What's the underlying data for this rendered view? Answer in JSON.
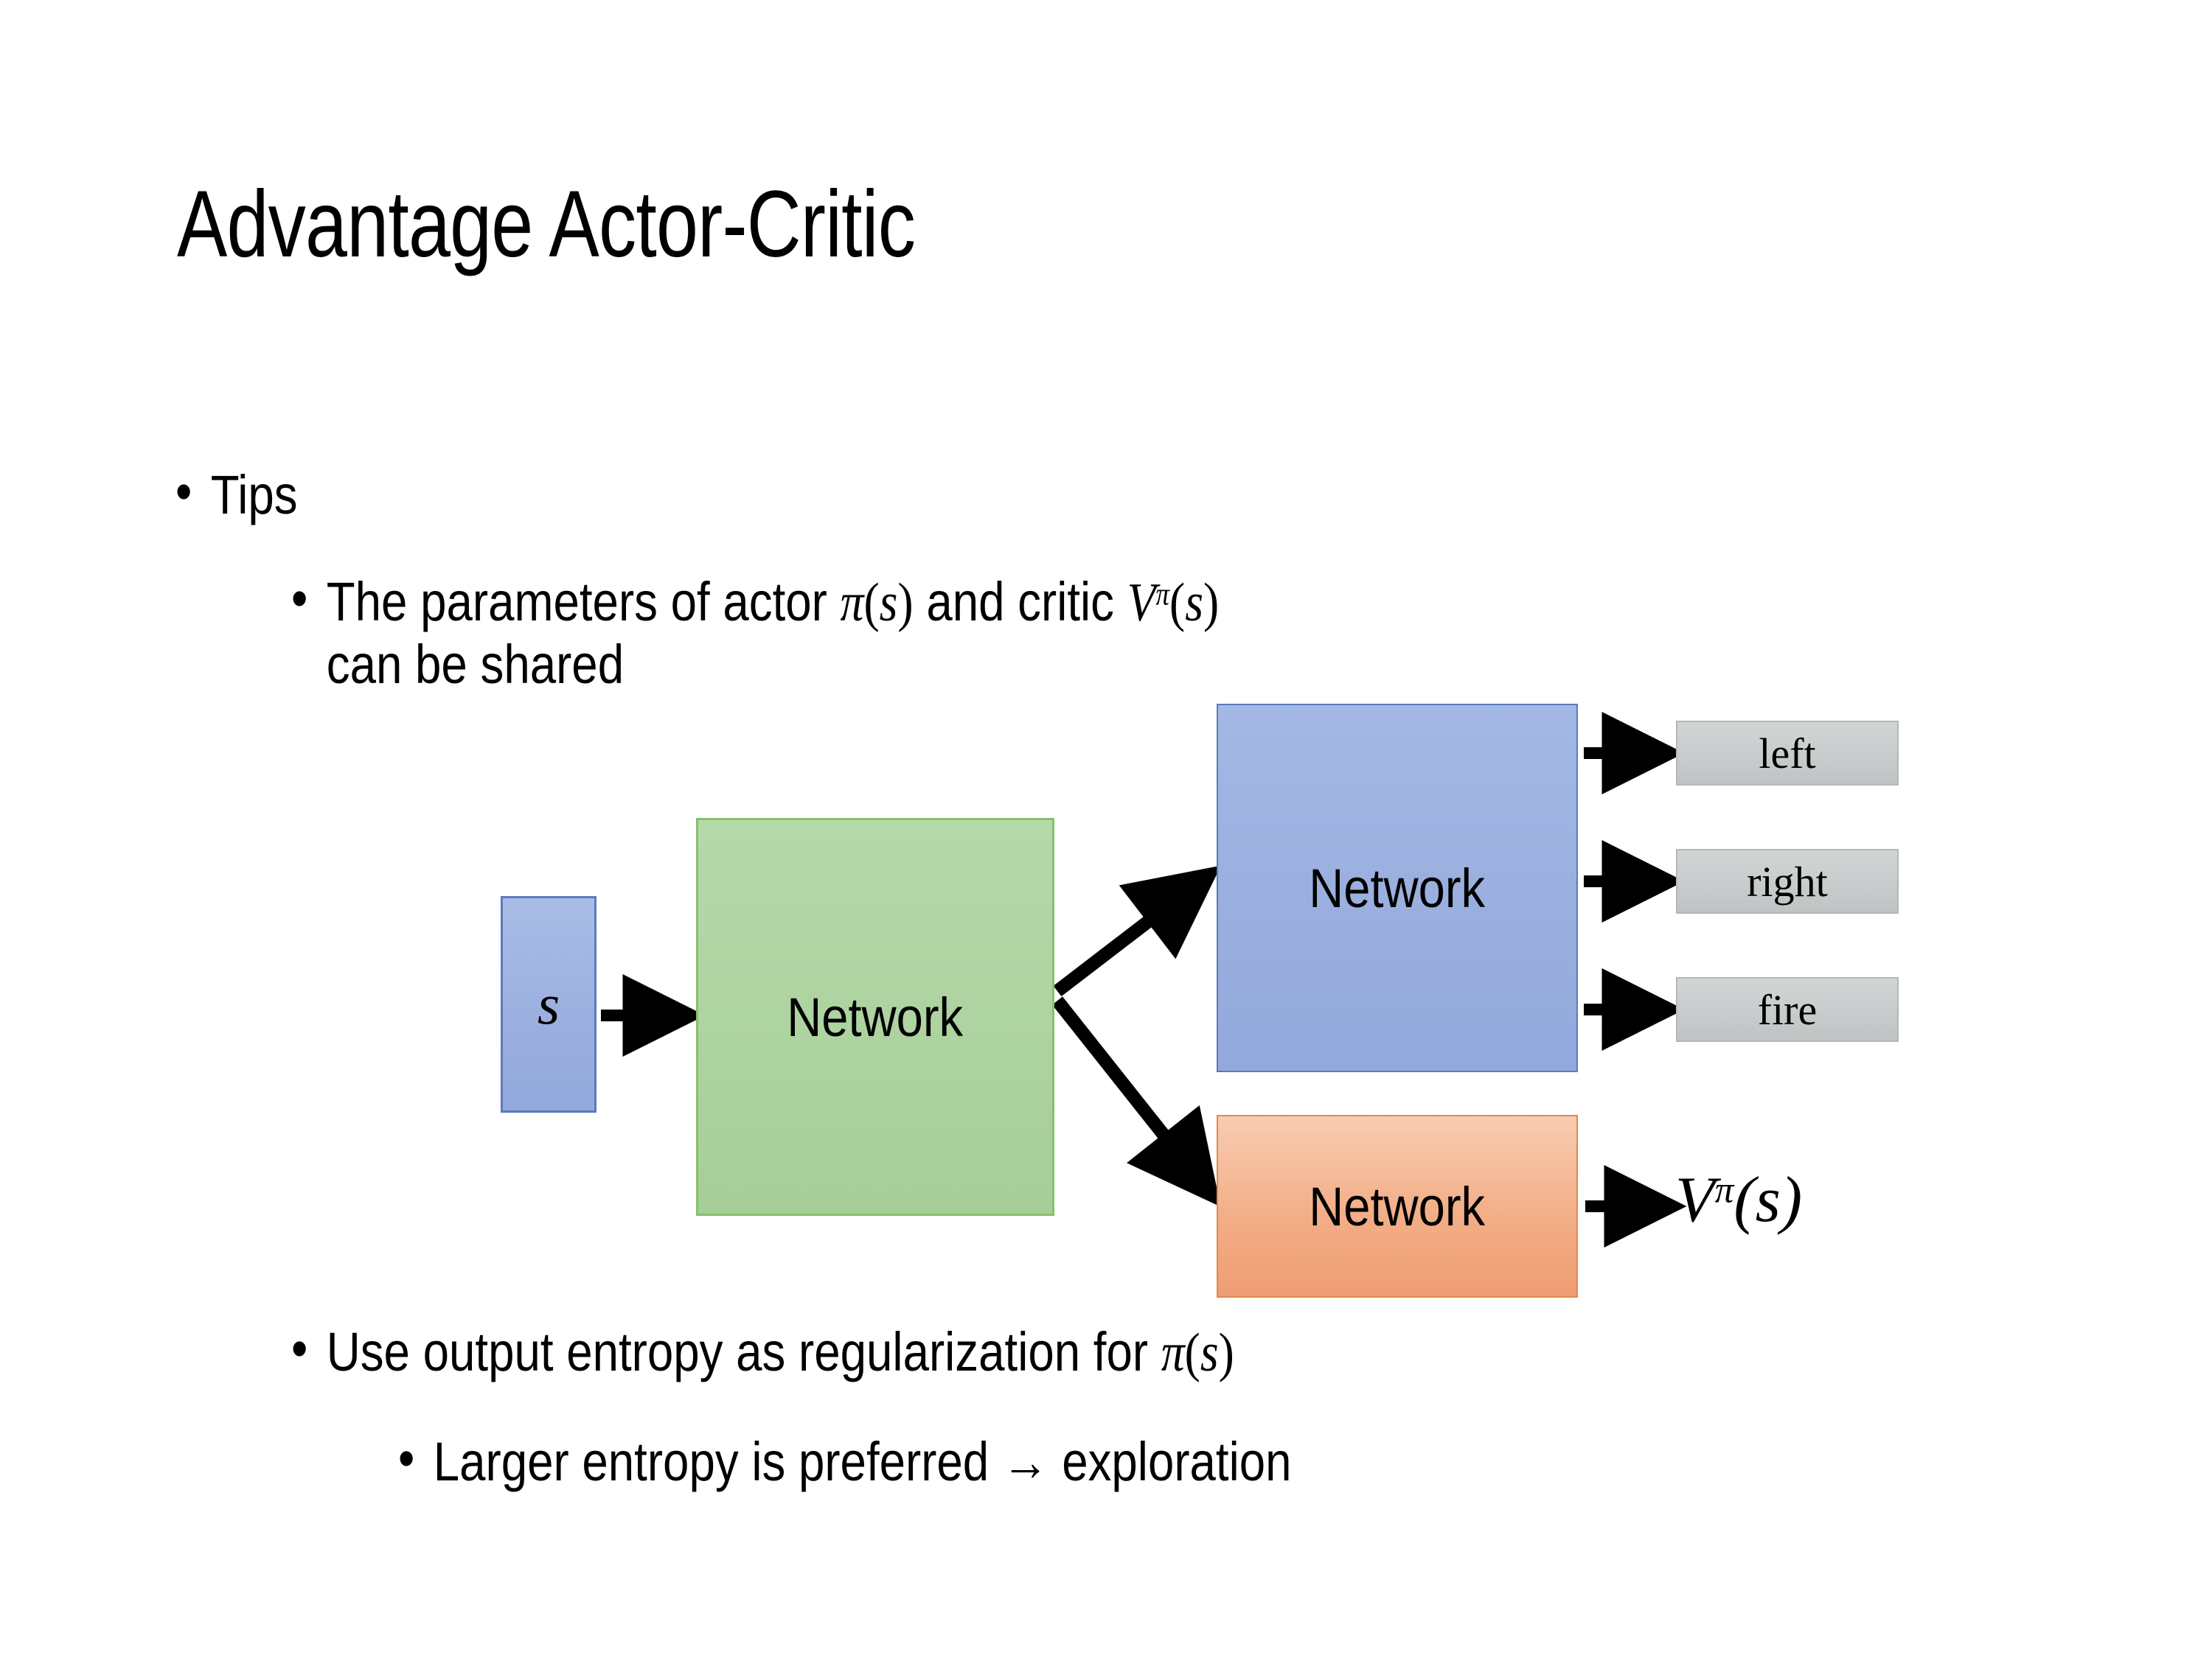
{
  "slide": {
    "title": "Advantage Actor-Critic",
    "background_color": "#FFFFFF"
  },
  "bullets": [
    {
      "id": "tips",
      "level": 1,
      "marker": "•",
      "text": "Tips"
    },
    {
      "id": "shared-parameters",
      "level": 2,
      "marker": "•",
      "text_part_1": "The parameters of actor ",
      "math_1": "π(s)",
      "text_part_2": "  and critic ",
      "math_2": "Vπ(s)",
      "text_part_3": "can be shared",
      "full_text": "The parameters of actor π(s)  and critic Vπ(s) can be shared"
    },
    {
      "id": "entropy-regularization",
      "level": 2,
      "marker": "•",
      "text_part_1": "Use output entropy as regularization for ",
      "math_1": "π(s)",
      "full_text": "Use output entropy as regularization for π(s)"
    },
    {
      "id": "larger-entropy",
      "level": 3,
      "marker": "•",
      "text": "Larger entropy is preferred → exploration"
    }
  ],
  "diagram": {
    "input": {
      "label": "s",
      "color": "#9BB0DF",
      "border_color": "#5B7ABF"
    },
    "shared_network": {
      "label": "Network",
      "color": "#AED4A1",
      "border_color": "#86C06E"
    },
    "actor_network": {
      "label": "Network",
      "color": "#9BB0DF",
      "border_color": "#5B7ABF"
    },
    "critic_network": {
      "label": "Network",
      "color": "#F3AE87",
      "border_color": "#E08A4E"
    },
    "action_outputs": [
      {
        "label": "left",
        "color": "#C9CDCD"
      },
      {
        "label": "right",
        "color": "#C9CDCD"
      },
      {
        "label": "fire",
        "color": "#C9CDCD"
      }
    ],
    "value_output": {
      "base": "V",
      "superscript": "π",
      "argument": "(s)"
    },
    "arrow_color": "#000000"
  },
  "symbols": {
    "pi": "π",
    "arrow_right": "→",
    "bullet": "•"
  }
}
